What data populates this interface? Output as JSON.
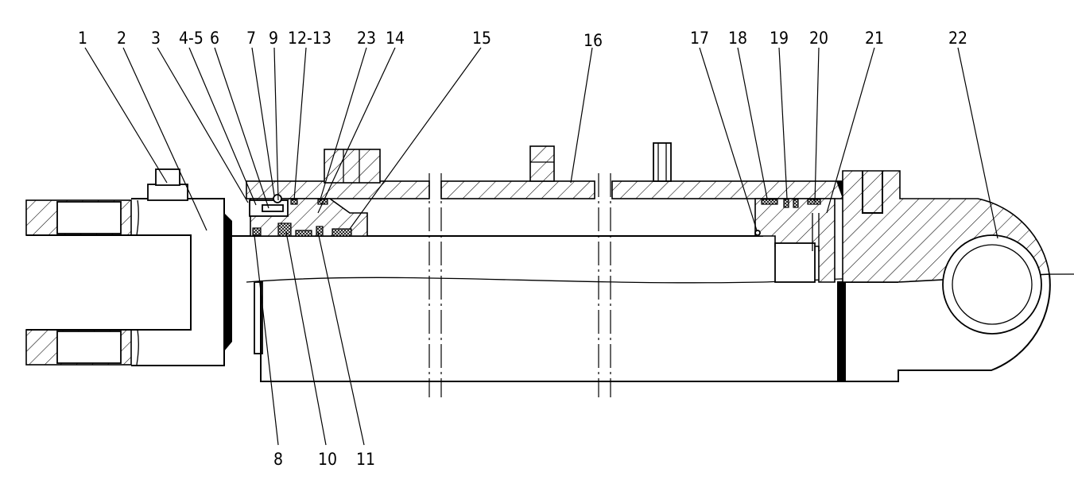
{
  "drawing": {
    "title": "",
    "callouts_top": [
      "1",
      "2",
      "3",
      "4-5",
      "6",
      "7",
      "9",
      "12-13",
      "23",
      "14",
      "15",
      "16",
      "17",
      "18",
      "19",
      "20",
      "21",
      "22"
    ],
    "callouts_bottom": [
      "8",
      "10",
      "11"
    ],
    "colors": {
      "ink": "#000000",
      "paper": "#ffffff"
    }
  }
}
